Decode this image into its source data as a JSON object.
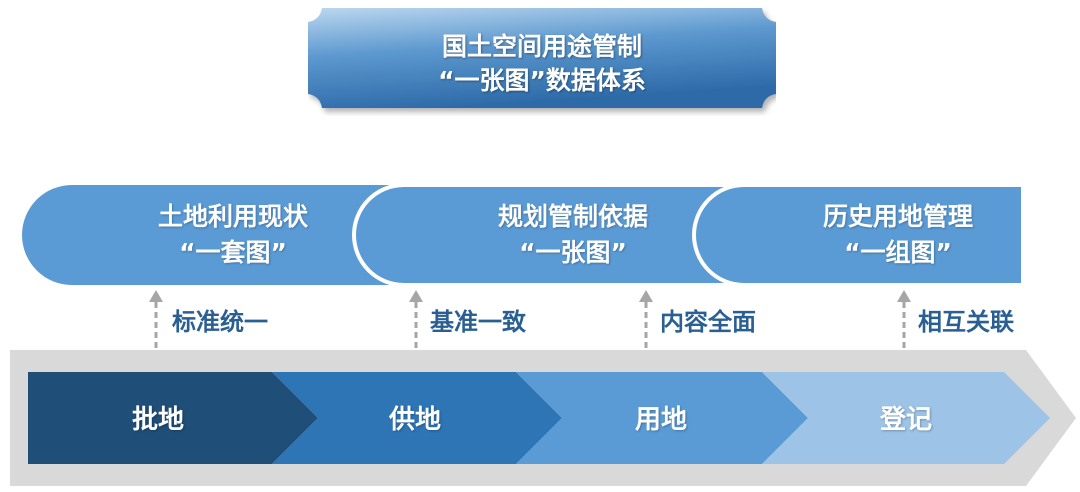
{
  "title": {
    "line1": "国土空间用途管制",
    "line2": "“一张图”数据体系"
  },
  "pillars": [
    {
      "line1": "土地利用现状",
      "line2": "“一套图”"
    },
    {
      "line1": "规划管制依据",
      "line2": "“一张图”"
    },
    {
      "line1": "历史用地管理",
      "line2": "“一组图”"
    }
  ],
  "features": [
    "标准统一",
    "基准一致",
    "内容全面",
    "相互关联"
  ],
  "steps": [
    "批地",
    "供地",
    "用地",
    "登记"
  ],
  "colors": {
    "pill": "#5b9bd5",
    "step1": "#1f4e79",
    "step2": "#2e75b6",
    "step3": "#5b9bd5",
    "step4": "#9dc3e6",
    "band": "#d9d9d9",
    "feature_text": "#2a5f94",
    "arrow": "#a6a6a6"
  }
}
